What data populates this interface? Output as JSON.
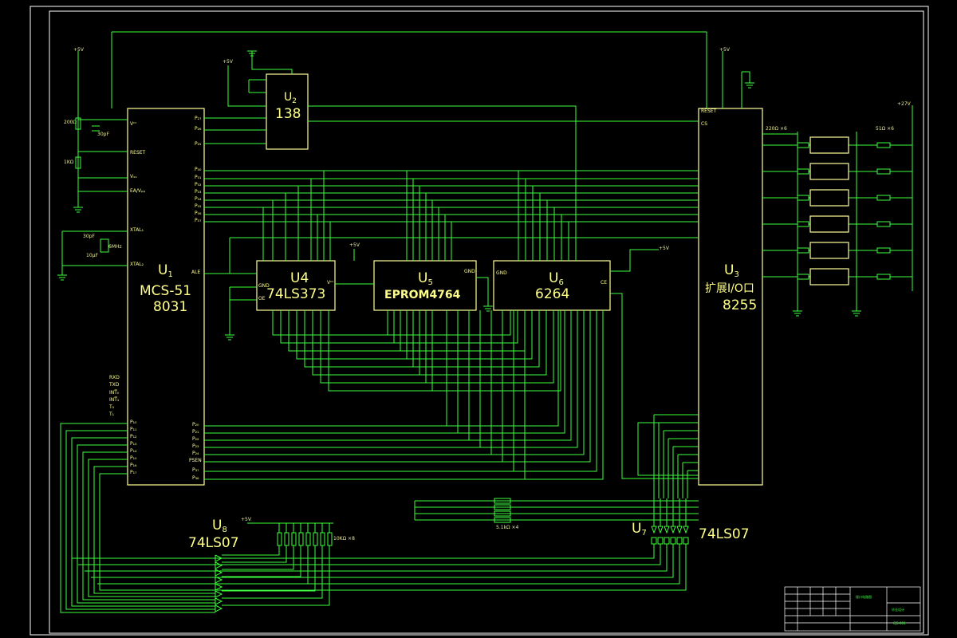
{
  "chips": {
    "u1": {
      "ref_main": "U",
      "ref_sub": "1",
      "name": "MCS-51",
      "part": "8031",
      "pins_right_top": [
        "P₂₇",
        "P₂₆",
        "P₂₅"
      ],
      "pins_left": [
        "Vᶜᶜ",
        "RESET",
        "Vₛₛ",
        "EA/Vₚₚ",
        "XTAL₁",
        "XTAL₂"
      ],
      "pins_right_p0": [
        "P₀₀",
        "P₀₁",
        "P₀₂",
        "P₀₃",
        "P₀₄",
        "P₀₅",
        "P₀₆",
        "P₀₇"
      ],
      "ale": "ALE",
      "pins_left_p3": [
        "RXD",
        "TXD",
        "INT̅₀",
        "INT̅₁",
        "T₀",
        "T₁"
      ],
      "pins_left_p1": [
        "P₁₀",
        "P₁₁",
        "P₁₂",
        "P₁₃",
        "P₁₄",
        "P₁₅",
        "P₁₆",
        "P₁₇"
      ],
      "pins_right_bottom": [
        "P₂₀",
        "P₂₁",
        "P₂₂",
        "P₂₃",
        "P₂₄",
        "PSEN",
        "P₃₇",
        "P₃₆"
      ]
    },
    "u2": {
      "ref_main": "U",
      "ref_sub": "2",
      "name": "138"
    },
    "u4": {
      "ref": "U4",
      "name": "74LS373",
      "oe": "OE",
      "gnd": "GND",
      "vcc": "Vᶜᶜ"
    },
    "u5": {
      "ref_main": "U",
      "ref_sub": "5",
      "name": "EPROM4764",
      "gnd": "GND"
    },
    "u6": {
      "ref_main": "U",
      "ref_sub": "6",
      "name": "6264",
      "gnd": "GND",
      "ce": "CE"
    },
    "u3": {
      "ref_main": "U",
      "ref_sub": "3",
      "name": "扩展I/O口",
      "part": "8255",
      "reset": "RESET",
      "cs": "CS"
    },
    "u7": {
      "ref_main": "U",
      "ref_sub": "7",
      "name": "74LS07"
    },
    "u8": {
      "ref_main": "U",
      "ref_sub": "8",
      "name": "74LS07"
    }
  },
  "power": {
    "p5v": "+5V",
    "p27v": "+27V"
  },
  "components": {
    "r_pullup": "220Ω ×6",
    "r_led": "51Ω ×6",
    "r_array": "5.1kΩ ×4",
    "r_u8": "10KΩ ×8",
    "c1": "30pF",
    "c2": "30pF",
    "crystal": "6MHz",
    "c3": "10μF",
    "r1": "200Ω",
    "r2": "1KΩ"
  },
  "title_block": {
    "drawing_name": "接口电路图",
    "school": "毕业设计",
    "drawing_no": "CJS-001"
  },
  "colors": {
    "wire": "#3dff3d",
    "chip": "#ffff99",
    "frame": "#ffffff",
    "bg": "#000000"
  }
}
